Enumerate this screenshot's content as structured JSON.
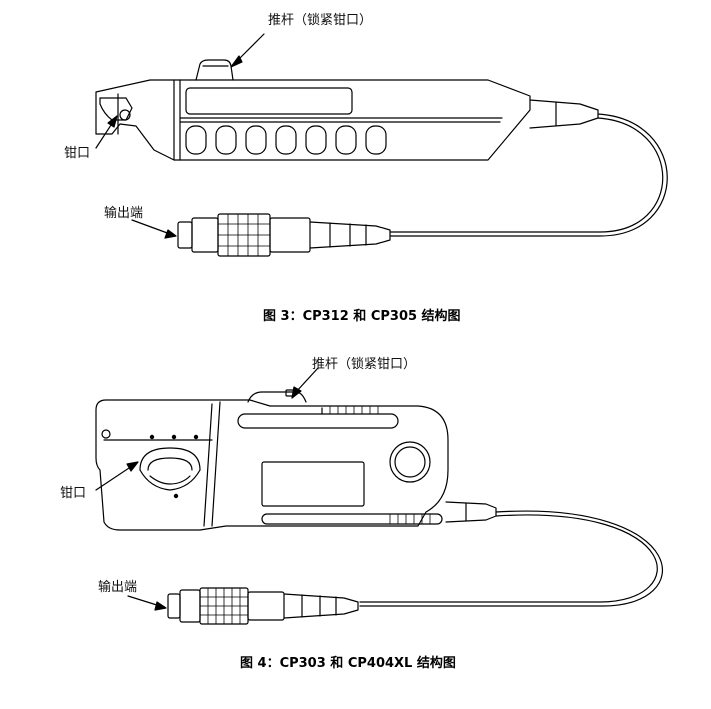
{
  "figure3": {
    "label_pushrod": "推杆（锁紧钳口）",
    "label_jaw": "钳口",
    "label_output": "输出端",
    "caption": "图 3：CP312 和 CP305 结构图"
  },
  "figure4": {
    "label_pushrod": "推杆（锁紧钳口）",
    "label_jaw": "钳口",
    "label_output": "输出端",
    "caption": "图 4：CP303 和 CP404XL 结构图"
  }
}
